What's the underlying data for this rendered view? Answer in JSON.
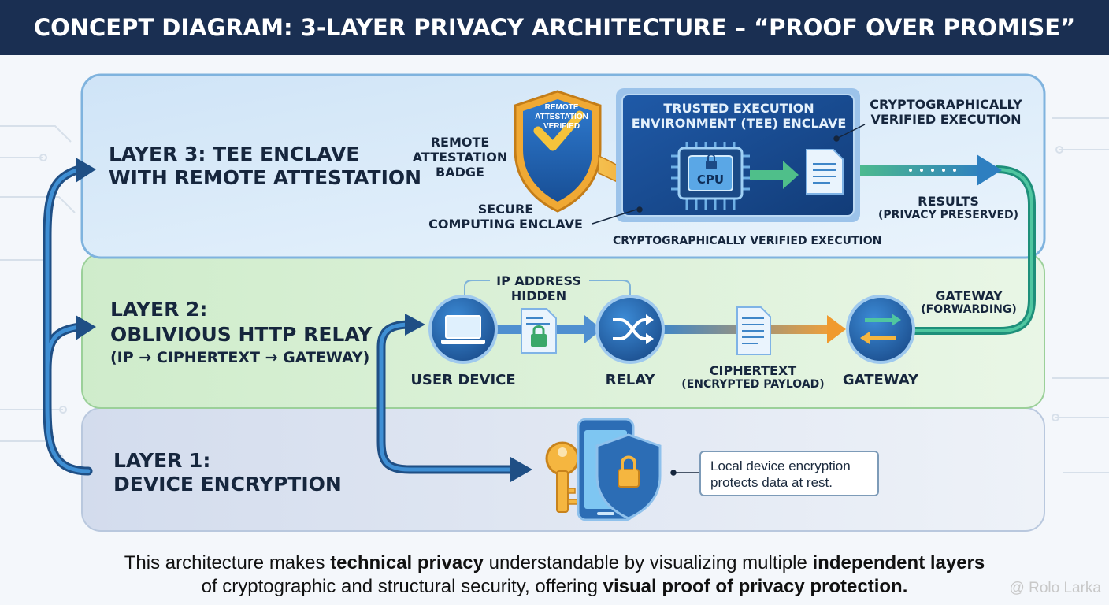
{
  "header": {
    "title": "CONCEPT DIAGRAM: 3-LAYER PRIVACY ARCHITECTURE – “PROOF OVER PROMISE”"
  },
  "layer3": {
    "title_line1": "LAYER 3: TEE ENCLAVE",
    "title_line2": "WITH REMOTE ATTESTATION",
    "badge_label_line1": "REMOTE",
    "badge_label_line2": "ATTESTATION",
    "badge_label_line3": "BADGE",
    "badge_text_line1": "REMOTE",
    "badge_text_line2": "ATTESTATION",
    "badge_text_line3": "VERIFIED",
    "enclave_title_line1": "TRUSTED EXECUTION",
    "enclave_title_line2": "ENVIRONMENT (TEE) ENCLAVE",
    "cpu_label": "CPU",
    "secure_line1": "SECURE",
    "secure_line2": "COMPUTING  ENCLAVE",
    "crypto_top_line1": "CRYPTOGRAPHICALLY",
    "crypto_top_line2": "VERIFIED EXECUTION",
    "crypto_bottom": "CRYPTOGRAPHICALLY VERIFIED EXECUTION",
    "results_line1": "RESULTS",
    "results_line2": "(PRIVACY PRESERVED)"
  },
  "layer2": {
    "title_line1": "LAYER 2:",
    "title_line2": "OBLIVIOUS HTTP RELAY",
    "title_line3": "(IP → CIPHERTEXT → GATEWAY)",
    "ip_hidden_line1": "IP ADDRESS",
    "ip_hidden_line2": "HIDDEN",
    "user_device": "USER DEVICE",
    "relay": "RELAY",
    "ciphertext_line1": "CIPHERTEXT",
    "ciphertext_line2": "(ENCRYPTED PAYLOAD)",
    "gateway": "GATEWAY",
    "gateway_fw_line1": "GATEWAY",
    "gateway_fw_line2": "(FORWARDING)"
  },
  "layer1": {
    "title_line1": "LAYER 1:",
    "title_line2": "DEVICE ENCRYPTION",
    "note_line1": "Local device encryption",
    "note_line2": "protects data at rest."
  },
  "caption": {
    "p1": "This architecture makes ",
    "b1": "technical privacy",
    "p2": " understandable by visualizing multiple ",
    "b2": "independent layers",
    "p3": "of cryptographic and structural security, offering ",
    "b3": "visual proof of privacy protection."
  },
  "watermark": "@ Rolo Larka",
  "colors": {
    "header": "#1a2f52",
    "layer3_bg": "#d8eaf8",
    "layer2_bg": "#d9efd6",
    "layer1_bg": "#dfe6f2",
    "flow_blue": "#2f6fb0",
    "accent_orange": "#f2a33a",
    "accent_green": "#4fbf8a"
  }
}
